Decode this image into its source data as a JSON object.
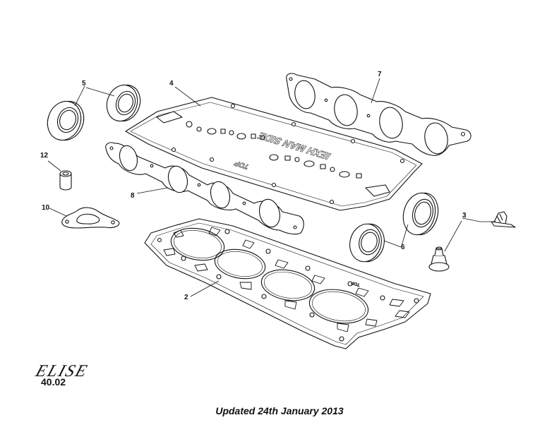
{
  "callouts": {
    "c2": "2",
    "c3": "3",
    "c4": "4",
    "c5": "5",
    "c6": "6",
    "c7": "7",
    "c8": "8",
    "c10": "10",
    "c12": "12"
  },
  "embossed": {
    "cover_text": "IEXH MAN SIDE",
    "cover_top": "TOP",
    "head_top": "TOP"
  },
  "logo_text": "ELISE",
  "page_number": "40.02",
  "footer": "Updated 24th January 2013",
  "colors": {
    "ink": "#111111",
    "background": "#ffffff"
  }
}
